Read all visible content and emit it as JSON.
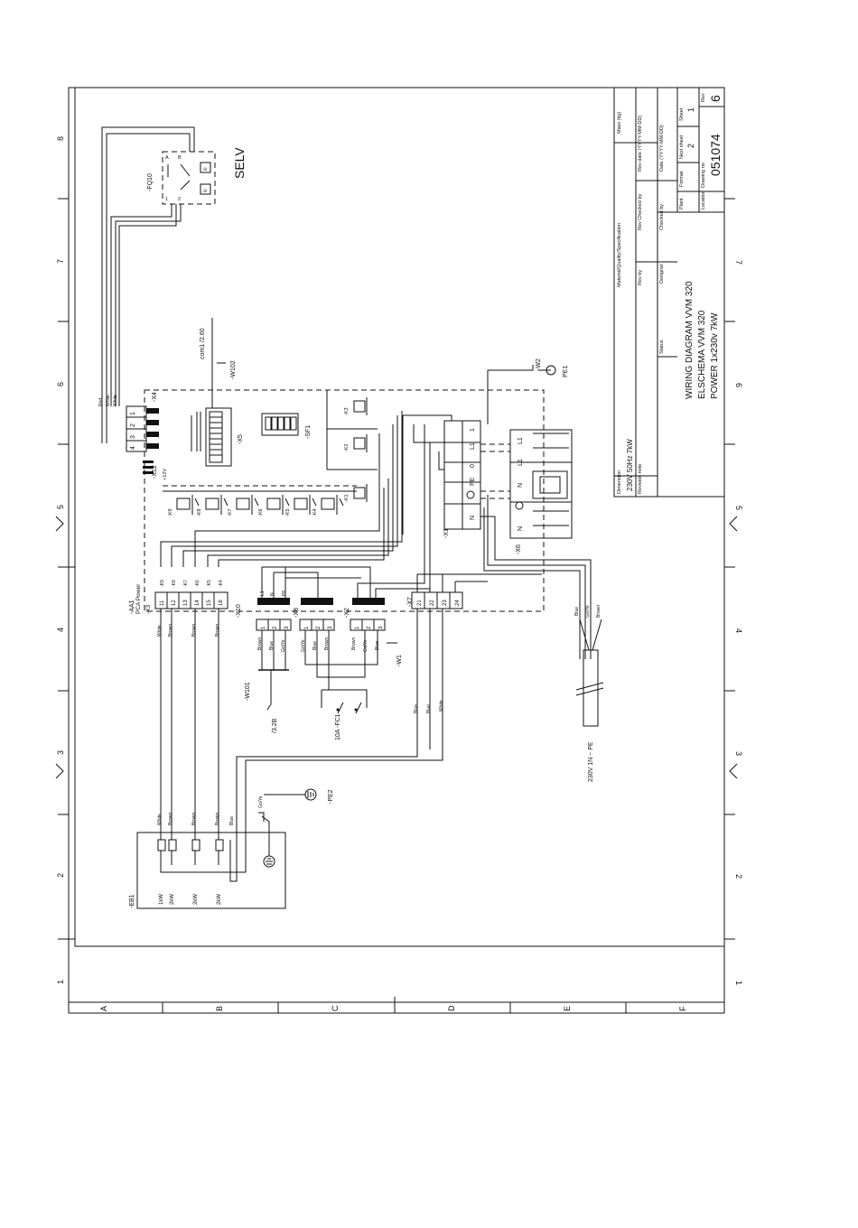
{
  "title_block": {
    "title_lines": [
      "WIRING DIAGRAM VVM 320",
      "ELSCHEMA VVM 320",
      "POWER 1x230v 7kW"
    ],
    "drawing_no": "051074",
    "rev": "6",
    "sheet": "1",
    "next_sheet": "2",
    "dimension_label": "Dimension",
    "dimension_value": "230V 50Hz 7kW",
    "revision_note_label": "Revision note",
    "status_label": "Status",
    "mass_label": "Mass (kg)",
    "material_label": "Material/Quality/Specification",
    "rev_by_label": "Rev by",
    "rev_checked_label": "Rev Checked by",
    "rev_date_label": "Rev date (YYYY-MM-DD)",
    "designer_label": "Designer",
    "checked_by_label": "Checked by",
    "date_label": "Date (YYYY-MM-DD)",
    "plant_label": "Plant",
    "format_label": "Format",
    "location_label": "Location",
    "drawing_no_label": "Drawing no",
    "rev_label": "Rev",
    "sheet_label": "Sheet",
    "next_sheet_label": "Next sheet"
  },
  "grid": {
    "columns": [
      "1",
      "2",
      "3",
      "4",
      "5",
      "6",
      "7",
      "8"
    ],
    "rows": [
      "A",
      "B",
      "C",
      "D",
      "E",
      "F"
    ]
  },
  "components": {
    "selv": "SELV",
    "fq10": "-FQ10",
    "x4": "-X4",
    "x12": "-X12",
    "x5": "-X5",
    "sf1": "-SF1",
    "w102": "-W102",
    "com1_ref": "com1 /2.60",
    "w2": "-W2",
    "pe1": "PE1",
    "x1": "-X1",
    "x6": "-X6",
    "aa1": "-AA1",
    "pca_power": "PCA Power",
    "x3": "-X3",
    "x10": "-X10",
    "x8": "-X8",
    "x2": "-X2",
    "x7": "-X7",
    "w1": "-W1",
    "w101": "-W101",
    "ref_32b": "/3.2B",
    "fc1": "10A -FC1",
    "pe2": "-PE2",
    "eb1": "-EB1",
    "supply": "230V 1N ~ PE",
    "v12": "+12V"
  },
  "relays": [
    "-K9",
    "-K8",
    "-K7",
    "-K6",
    "-K5",
    "-K4",
    "-K3",
    "-K2",
    "-K1"
  ],
  "heater_steps": [
    "1kW",
    "2kW",
    "2kW",
    "2kW"
  ],
  "wire_colors": {
    "x3_cables": [
      "White",
      "Brown",
      "Brown",
      "Brown"
    ],
    "eb1_cables": [
      "White",
      "Brown",
      "Brown",
      "Brown",
      "Blue"
    ],
    "x10_cables": [
      "Brown",
      "Blue",
      "Gn/Ye"
    ],
    "x8_cables": [
      "Gn/Ye",
      "Blue",
      "Brown"
    ],
    "x2_cables": [
      "Brown",
      "Gn/Ye",
      "Blue"
    ],
    "x7_cables": [
      "Blue",
      "Blue",
      "White"
    ],
    "supply_cables": [
      "Blue",
      "Gn/Ye",
      "Brown"
    ],
    "x4_cables": [
      "Red",
      "White",
      "White"
    ],
    "pe2_cable": "Gn/Ye"
  },
  "x3_terminals": [
    "11",
    "12",
    "13",
    "14",
    "15",
    "16"
  ],
  "x7_terminals": [
    "21",
    "22",
    "23",
    "24"
  ],
  "x1_terminals": [
    "N",
    "PE",
    "0",
    "L1",
    "1"
  ],
  "x6_terminals": [
    "N",
    "N",
    "L1",
    "L1"
  ],
  "connector_pins": [
    "1",
    "2",
    "3"
  ],
  "x4_pins": [
    "1",
    "2",
    "3",
    "4"
  ],
  "x10_pins": [
    "L1",
    "N",
    "PE"
  ]
}
